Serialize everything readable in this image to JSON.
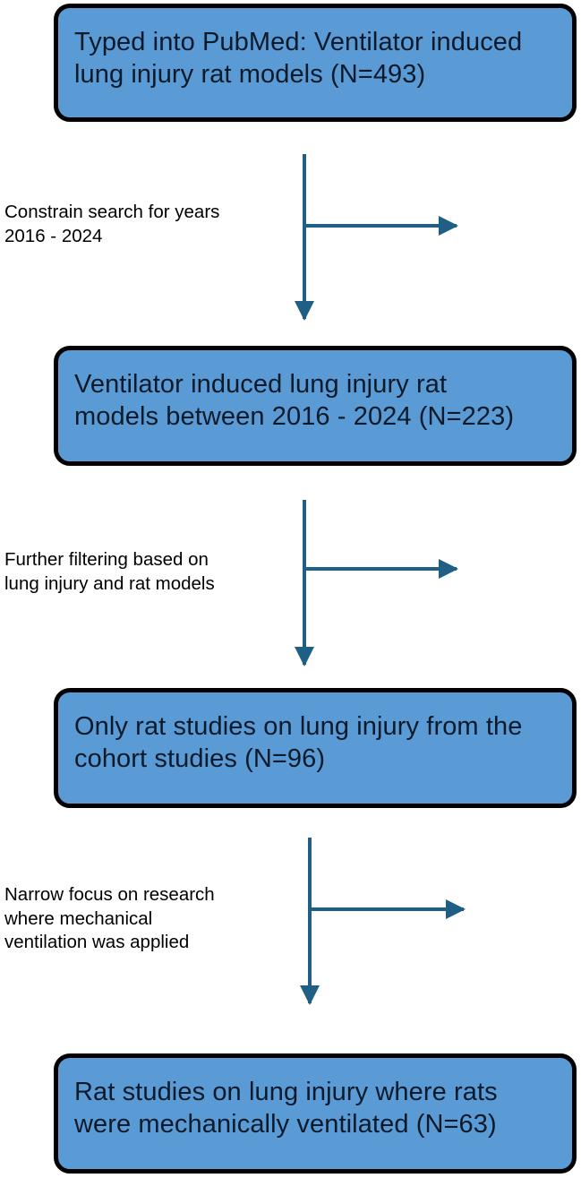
{
  "colors": {
    "box_fill": "#5b9bd5",
    "box_border": "#000000",
    "arrow": "#1f5f86",
    "text": "#0b1a2a"
  },
  "steps": [
    {
      "lines": [
        "Typed into PubMed: Ventilator induced",
        "lung injury rat models (N=493)"
      ]
    },
    {
      "lines": [
        "Ventilator induced lung injury rat",
        "models between 2016 - 2024 (N=223)"
      ]
    },
    {
      "lines": [
        "Only rat studies on lung injury from the",
        "cohort studies (N=96)"
      ]
    },
    {
      "lines": [
        "Rat studies on lung injury where rats",
        "were mechanically ventilated (N=63)"
      ]
    }
  ],
  "filters": [
    {
      "lines": [
        "Constrain search for years",
        "2016 - 2024"
      ]
    },
    {
      "lines": [
        "Further filtering based on",
        "lung injury and rat models"
      ]
    },
    {
      "lines": [
        "Narrow focus on research",
        "where mechanical",
        "ventilation was applied"
      ]
    }
  ]
}
